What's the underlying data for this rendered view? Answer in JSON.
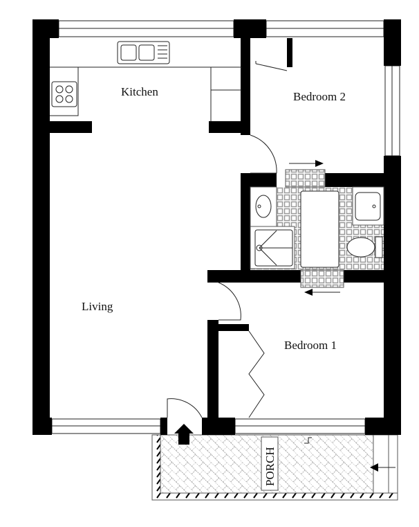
{
  "rooms": {
    "kitchen": "Kitchen",
    "bedroom2": "Bedroom 2",
    "living": "Living",
    "bedroom1": "Bedroom 1",
    "porch": "PORCH"
  }
}
